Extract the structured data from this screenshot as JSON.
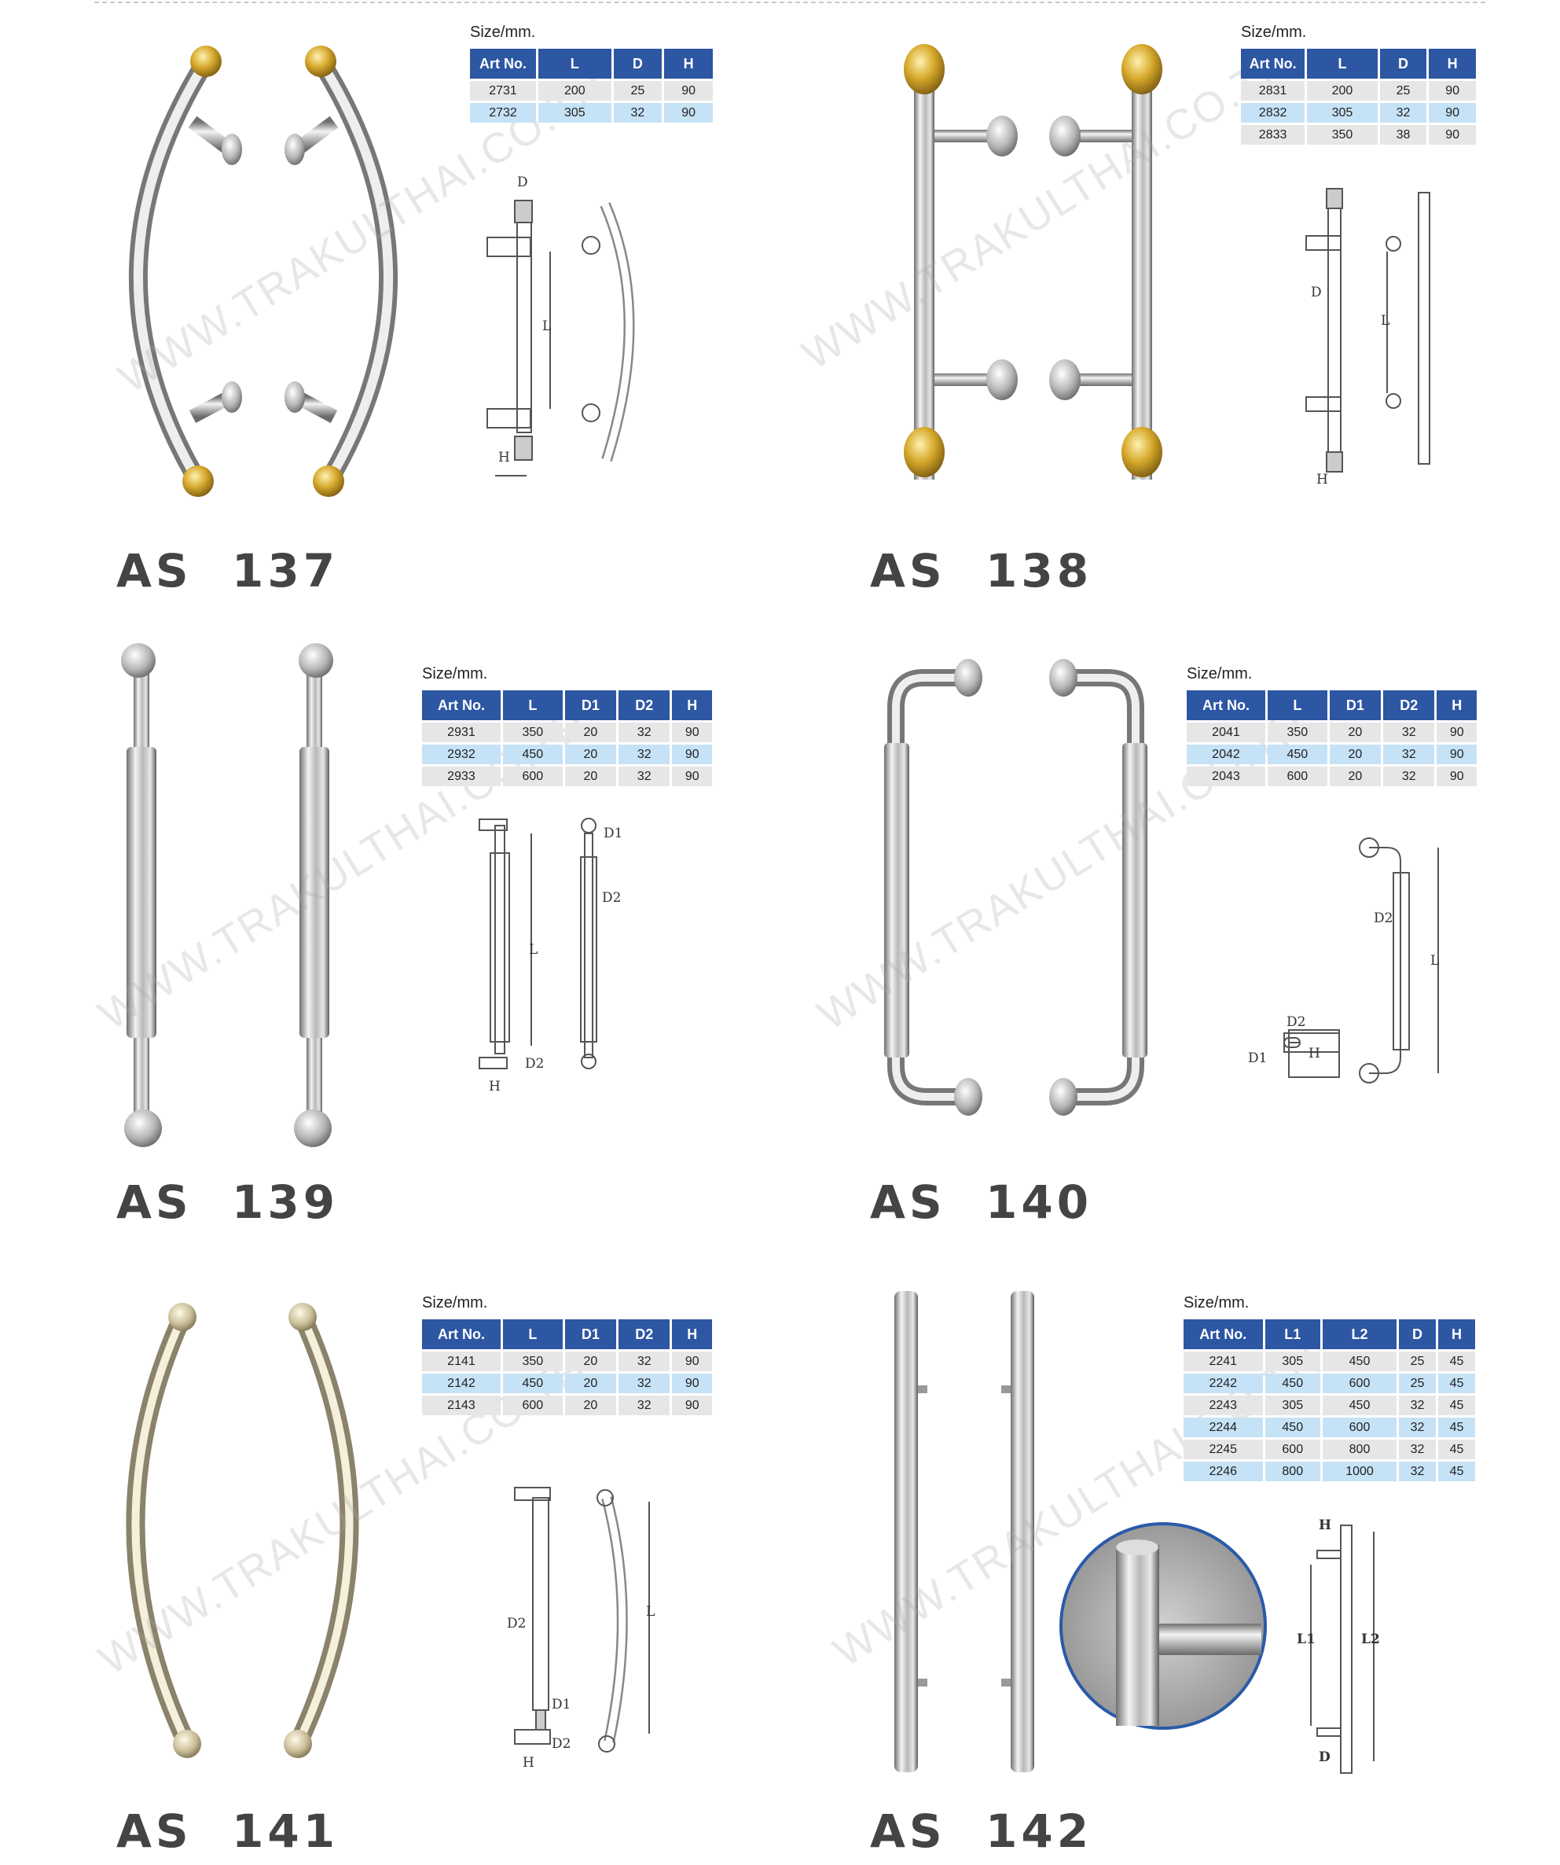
{
  "watermark": "WWW.TRAKULTHAI.CO.TH",
  "products": [
    {
      "name": "AS  137",
      "size_label": "Size/mm.",
      "headers": [
        "Art  No.",
        "L",
        "D",
        "H"
      ],
      "rows": [
        [
          "2731",
          "200",
          "25",
          "90"
        ],
        [
          "2732",
          "305",
          "32",
          "90"
        ]
      ],
      "diagram_labels": [
        "D",
        "L",
        "H"
      ]
    },
    {
      "name": "AS  138",
      "size_label": "Size/mm.",
      "headers": [
        "Art  No.",
        "L",
        "D",
        "H"
      ],
      "rows": [
        [
          "2831",
          "200",
          "25",
          "90"
        ],
        [
          "2832",
          "305",
          "32",
          "90"
        ],
        [
          "2833",
          "350",
          "38",
          "90"
        ]
      ],
      "diagram_labels": [
        "D",
        "L",
        "H"
      ]
    },
    {
      "name": "AS  139",
      "size_label": "Size/mm.",
      "headers": [
        "Art  No.",
        "L",
        "D1",
        "D2",
        "H"
      ],
      "rows": [
        [
          "2931",
          "350",
          "20",
          "32",
          "90"
        ],
        [
          "2932",
          "450",
          "20",
          "32",
          "90"
        ],
        [
          "2933",
          "600",
          "20",
          "32",
          "90"
        ]
      ],
      "diagram_labels": [
        "D1",
        "D2",
        "L",
        "D2",
        "H"
      ]
    },
    {
      "name": "AS  140",
      "size_label": "Size/mm.",
      "headers": [
        "Art  No.",
        "L",
        "D1",
        "D2",
        "H"
      ],
      "rows": [
        [
          "2041",
          "350",
          "20",
          "32",
          "90"
        ],
        [
          "2042",
          "450",
          "20",
          "32",
          "90"
        ],
        [
          "2043",
          "600",
          "20",
          "32",
          "90"
        ]
      ],
      "diagram_labels": [
        "D2",
        "L",
        "D2",
        "D1",
        "H"
      ]
    },
    {
      "name": "AS  141",
      "size_label": "Size/mm.",
      "headers": [
        "Art  No.",
        "L",
        "D1",
        "D2",
        "H"
      ],
      "rows": [
        [
          "2141",
          "350",
          "20",
          "32",
          "90"
        ],
        [
          "2142",
          "450",
          "20",
          "32",
          "90"
        ],
        [
          "2143",
          "600",
          "20",
          "32",
          "90"
        ]
      ],
      "diagram_labels": [
        "D2",
        "D1",
        "D2",
        "H",
        "L"
      ]
    },
    {
      "name": "AS  142",
      "size_label": "Size/mm.",
      "headers": [
        "Art  No.",
        "L1",
        "L2",
        "D",
        "H"
      ],
      "rows": [
        [
          "2241",
          "305",
          "450",
          "25",
          "45"
        ],
        [
          "2242",
          "450",
          "600",
          "25",
          "45"
        ],
        [
          "2243",
          "305",
          "450",
          "32",
          "45"
        ],
        [
          "2244",
          "450",
          "600",
          "32",
          "45"
        ],
        [
          "2245",
          "600",
          "800",
          "32",
          "45"
        ],
        [
          "2246",
          "800",
          "1000",
          "32",
          "45"
        ]
      ],
      "diagram_labels": [
        "H",
        "L1",
        "L2",
        "D"
      ]
    }
  ],
  "colors": {
    "header": "#2d56a3",
    "row_alt": "#c6e2f6",
    "row": "#e6e6e6",
    "gold": "#c9a227",
    "circle_border": "#2a5aa8"
  }
}
